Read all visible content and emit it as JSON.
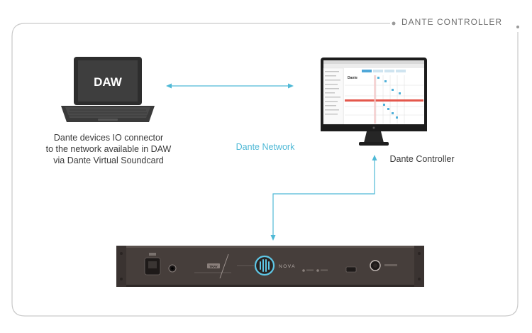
{
  "header": {
    "title": "DANTE CONTROLLER"
  },
  "laptop": {
    "screen_text": "DAW",
    "caption_lines": [
      "Dante devices IO connector",
      "to the network available in DAW",
      "via Dante Virtual Soundcard"
    ]
  },
  "network": {
    "label": "Dante Network"
  },
  "monitor": {
    "caption": "Dante Controller",
    "app_logo_text": "Dante"
  },
  "rack_device": {
    "brand_text": "NOVA",
    "badge_text": "TRAY"
  },
  "colors": {
    "accent": "#4fb9d6",
    "frame": "#c9c9c9",
    "device_body": "#3b3533",
    "device_led": "#5ec7e6"
  }
}
